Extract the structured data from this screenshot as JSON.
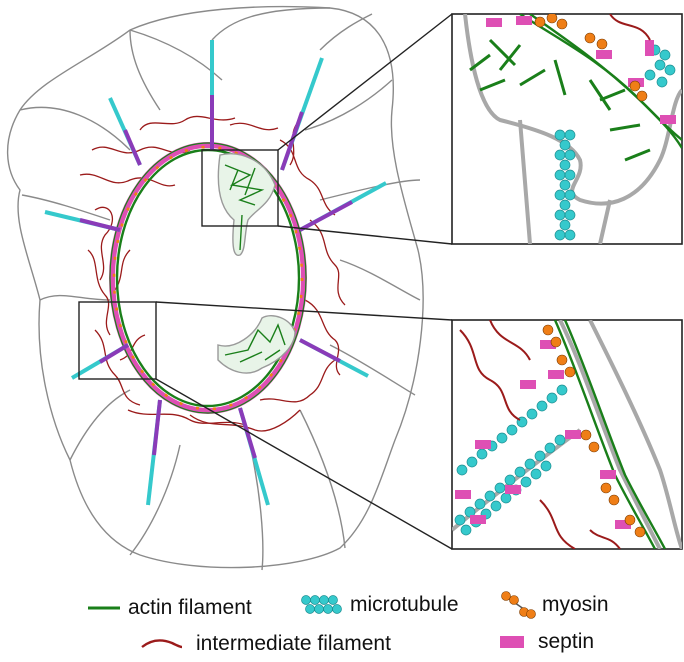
{
  "figure": {
    "colors": {
      "actin": "#1a7f1a",
      "microtubule": "#35c9cc",
      "myosin": "#ef7e16",
      "intermediate_filament": "#9b1b1b",
      "septin": "#de4fb4",
      "outline": "#9a9a9a"
    }
  },
  "legend": {
    "actin_label": "actin filament",
    "microtubule_label": "microtubule",
    "myosin_label": "myosin",
    "intermediate_label": "intermediate filament",
    "septin_label": "septin"
  }
}
